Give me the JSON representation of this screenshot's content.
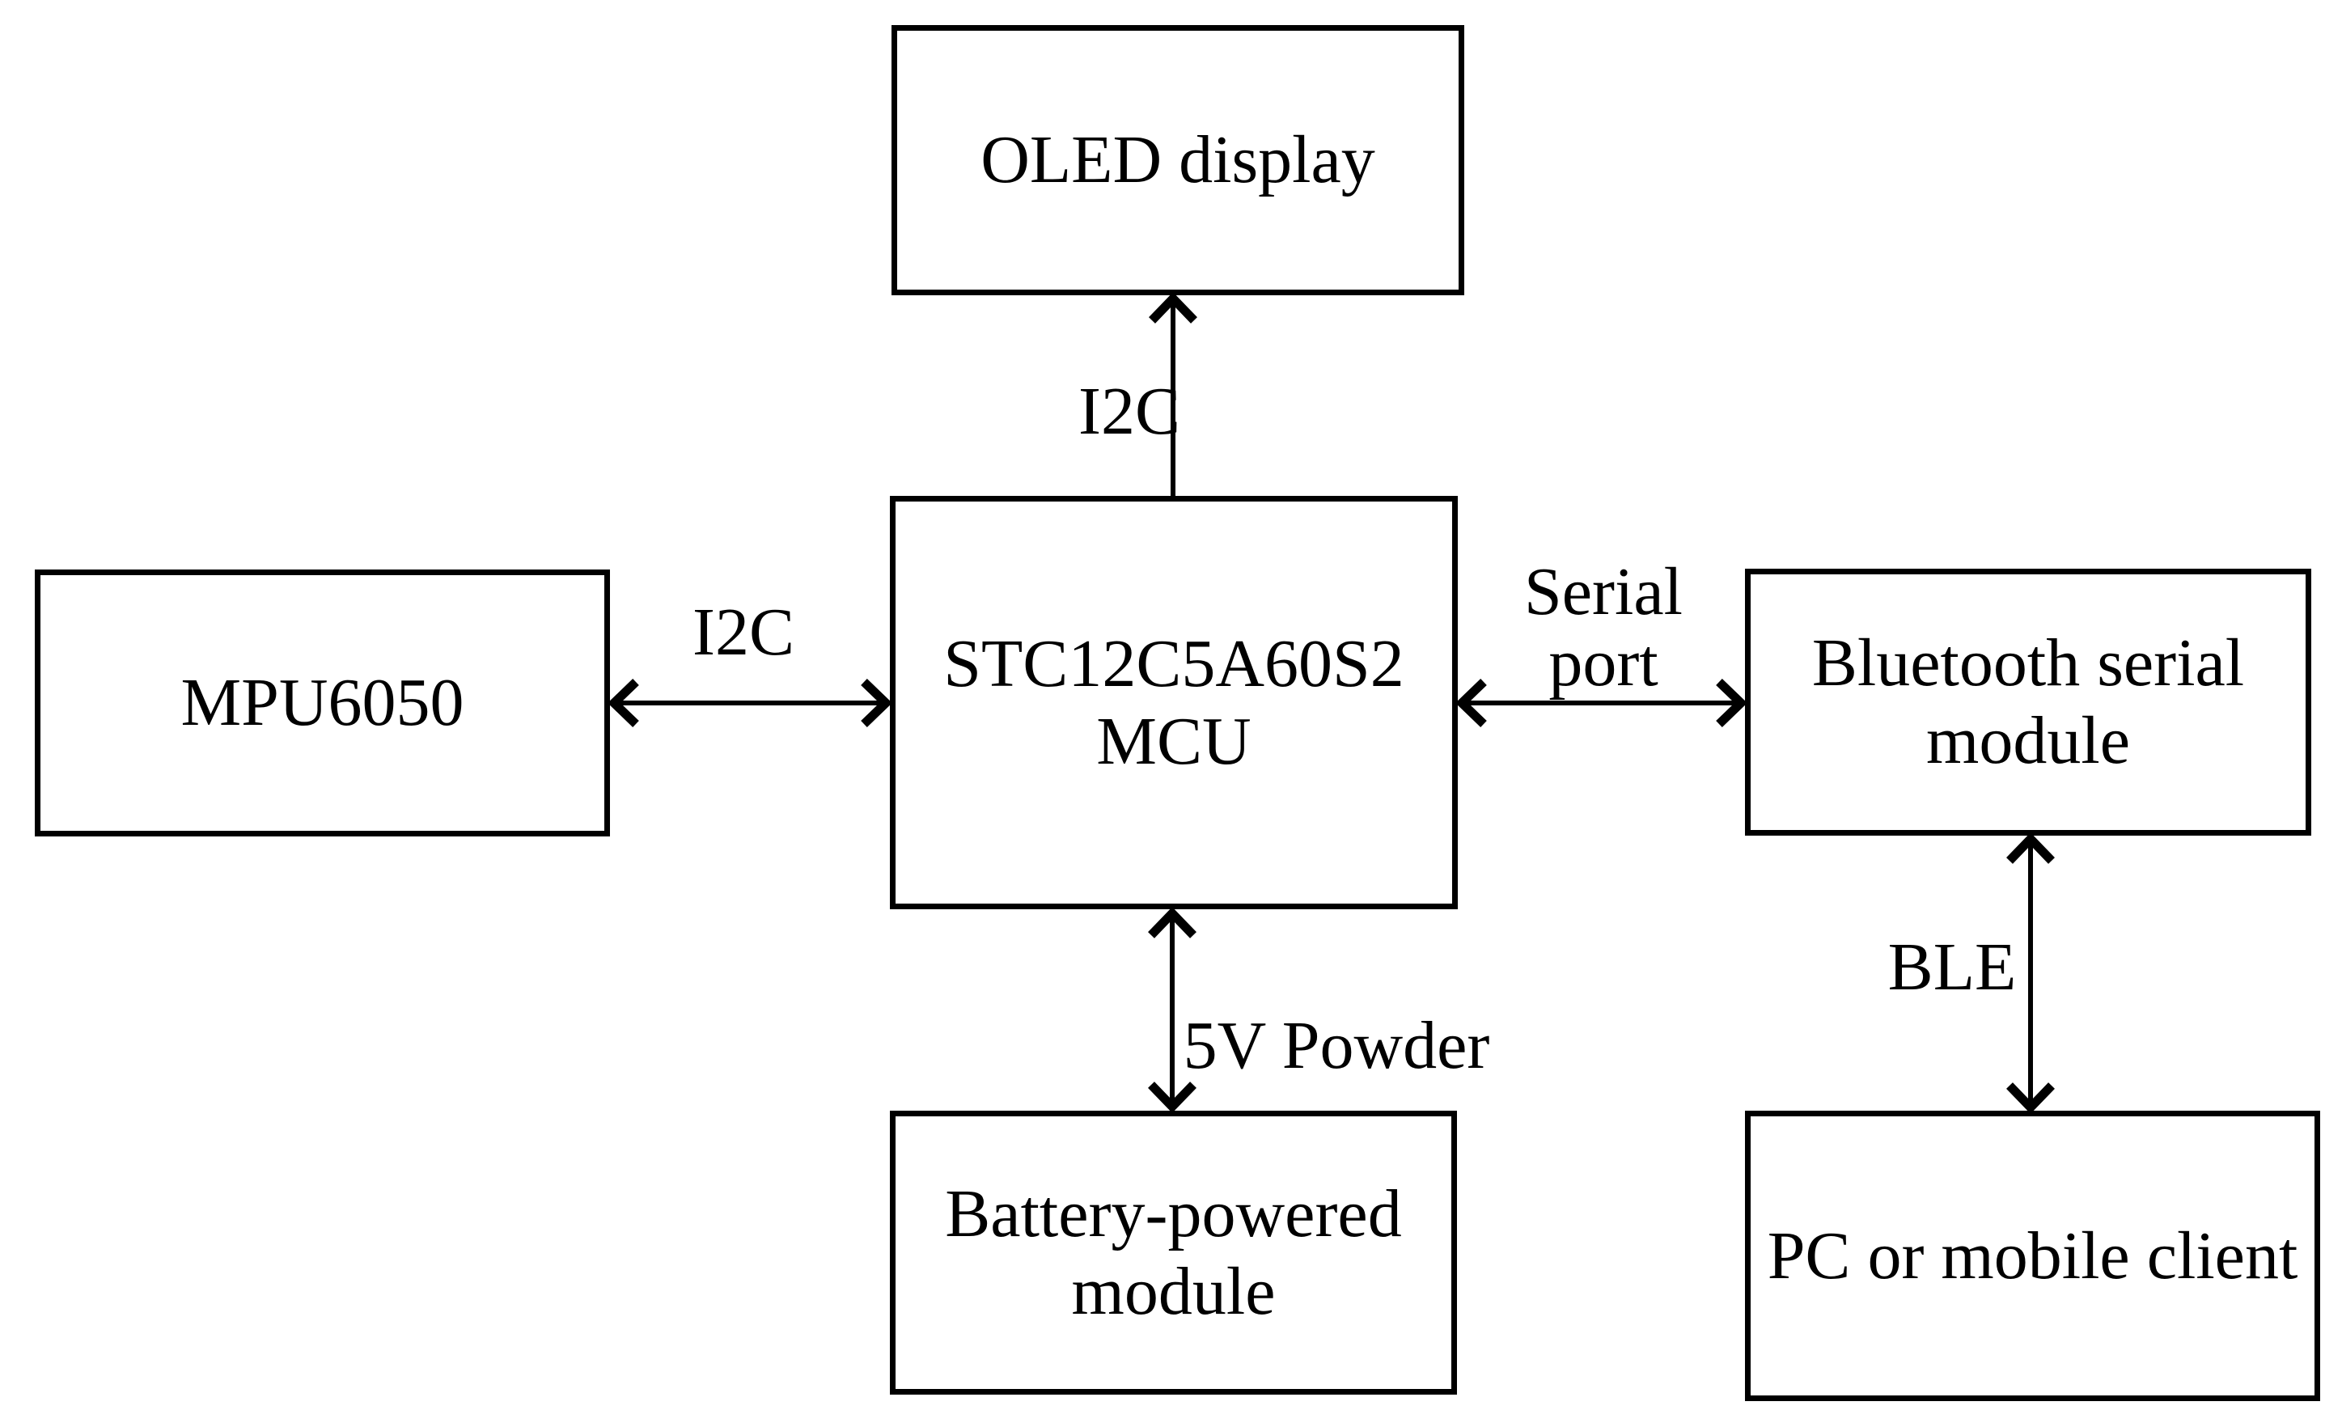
{
  "diagram": {
    "colors": {
      "ink": "#000000",
      "paper": "#ffffff"
    },
    "nodes": {
      "oled": {
        "label": "OLED display"
      },
      "mpu": {
        "label": "MPU6050"
      },
      "mcu": {
        "line1": "STC12C5A60S2",
        "line2": "MCU"
      },
      "bluetooth": {
        "line1": "Bluetooth serial",
        "line2": "module"
      },
      "battery": {
        "line1": "Battery-powered",
        "line2": "module"
      },
      "pc": {
        "label": "PC or mobile client"
      }
    },
    "edges": {
      "display_bus": {
        "label": "I2C"
      },
      "sensor_bus": {
        "label": "I2C"
      },
      "serial": {
        "line1": "Serial",
        "line2": "port"
      },
      "power": {
        "label": "5V Powder"
      },
      "ble": {
        "label": "BLE"
      }
    }
  }
}
